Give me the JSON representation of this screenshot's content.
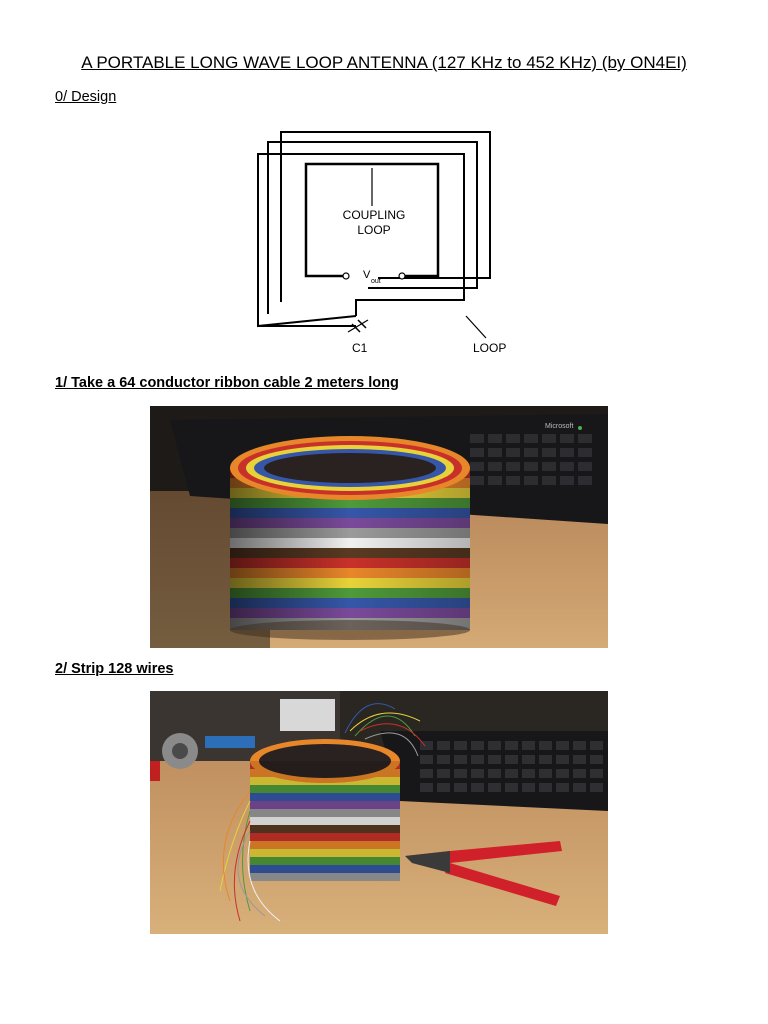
{
  "document": {
    "title": "A PORTABLE LONG WAVE LOOP ANTENNA (127 KHz to 452 KHz) (by ON4EI)"
  },
  "sections": [
    {
      "heading": "0/ Design"
    },
    {
      "heading": "1/ Take a 64 conductor ribbon cable 2 meters long"
    },
    {
      "heading": "2/ Strip 128 wires"
    }
  ],
  "diagram": {
    "coupling_label_line1": "COUPLING",
    "coupling_label_line2": "LOOP",
    "vout_main": "V",
    "vout_sub": "out",
    "capacitor_label": "C1",
    "loop_label": "LOOP"
  },
  "photo1": {
    "keyboard_brand": "Microsoft"
  },
  "colors": {
    "ribbon_stripes": [
      "#c8312a",
      "#e8862a",
      "#e8d23a",
      "#4f9a3a",
      "#3657a8",
      "#7a4a9a",
      "#9a9a9a",
      "#f0f0f0",
      "#5a3a22",
      "#1a1a1a"
    ],
    "desk": "#c9a06a",
    "background_dark": "#1d1a17",
    "plier_handle": "#d0202a"
  }
}
